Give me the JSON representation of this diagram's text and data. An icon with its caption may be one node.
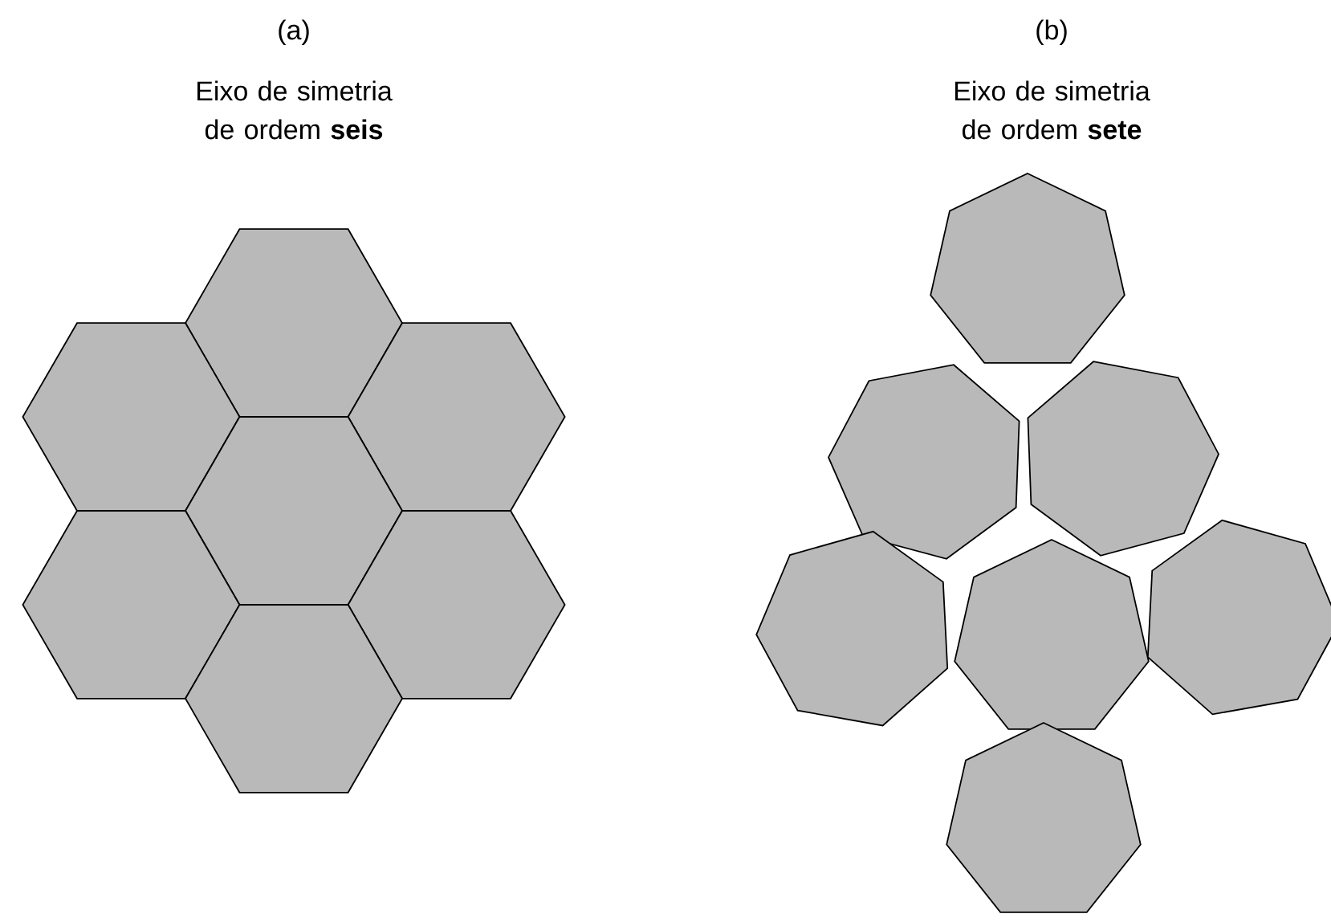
{
  "diagram": {
    "labels": [
      "(a)",
      "Eixo de simetria de ordem **seis**",
      "(b)",
      "Eixo de simetria de ordem **sete**"
    ]
  }
}
